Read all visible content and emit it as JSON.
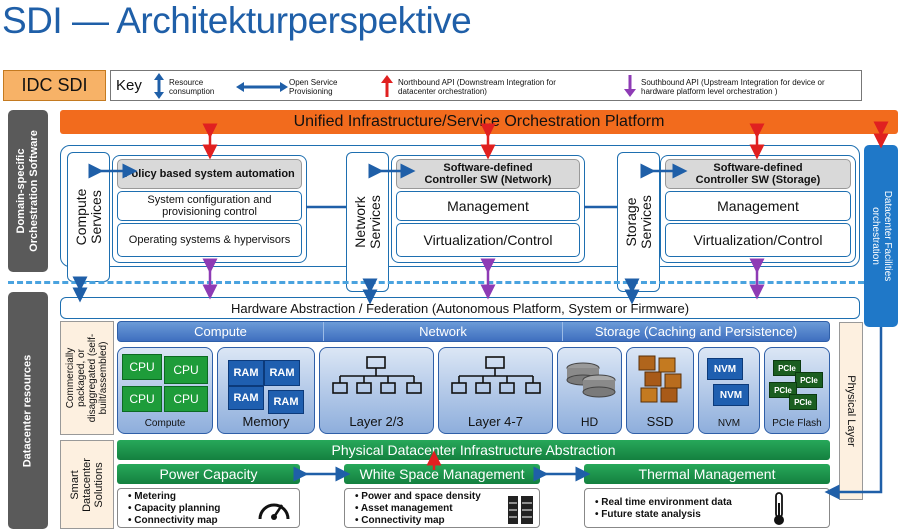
{
  "title": "SDI — Architekturperspektive",
  "idc_label": "IDC SDI",
  "key": {
    "label": "Key",
    "items": [
      {
        "text": "Resource consumption",
        "line1": "Resource",
        "line2": "consumption"
      },
      {
        "text": "Open Service Provisioning",
        "line1": "Open Service",
        "line2": "Provisioning"
      },
      {
        "text": "Northbound API (Downstream Integration for datacenter orchestration)",
        "line1": "Northbound API (Downstream Integration for",
        "line2": "datacenter orchestration)"
      },
      {
        "text": "Southbound API (Upstream Integration for device or hardware platform level orchestration )",
        "line1": "Southbound API (Upstream Integration for device or",
        "line2": "hardware platform level orchestration )"
      }
    ]
  },
  "side_labels": {
    "software": "Domain-specific Orchestration Software",
    "software_l1": "Domain-specific",
    "software_l2": "Orchestration Software",
    "resources": "Datacenter resources"
  },
  "orchestration_platform": "Unified Infrastructure/Service Orchestration Platform",
  "services": {
    "compute": {
      "label_l1": "Compute",
      "label_l2": "Services",
      "header": "Policy based system automation",
      "rows": [
        "System configuration and provisioning control",
        "Operating systems & hypervisors"
      ]
    },
    "network": {
      "label_l1": "Network",
      "label_l2": "Services",
      "header_l1": "Software-defined",
      "header_l2": "Controller SW (Network)",
      "rows": [
        "Management",
        "Virtualization/Control"
      ]
    },
    "storage": {
      "label_l1": "Storage",
      "label_l2": "Services",
      "header_l1": "Software-defined",
      "header_l2": "Controller SW (Storage)",
      "rows": [
        "Management",
        "Virtualization/Control"
      ]
    }
  },
  "facilities": {
    "l1": "Datacenter Facilities",
    "l2": "orchestration"
  },
  "hw_abstraction": "Hardware Abstraction / Federation (Autonomous Platform, System or Firmware)",
  "commercial": {
    "l1": "Commercially",
    "l2": "packaged, or",
    "l3": "disaggregated (self-",
    "l4": "built/assembled)"
  },
  "physical_layer": "Physical Layer",
  "resource_groups": [
    "Compute",
    "Network",
    "Storage (Caching and Persistence)"
  ],
  "tiles": {
    "compute": {
      "caption": "Compute",
      "chip": "CPU"
    },
    "memory": {
      "caption": "Memory",
      "chip": "RAM"
    },
    "layer23": {
      "caption": "Layer 2/3"
    },
    "layer47": {
      "caption": "Layer 4-7"
    },
    "hd": {
      "caption": "HD"
    },
    "ssd": {
      "caption": "SSD"
    },
    "nvm": {
      "caption": "NVM",
      "chip": "NVM"
    },
    "pcie": {
      "caption": "PCIe Flash",
      "chip": "PCIe"
    }
  },
  "physical_abstraction": "Physical Datacenter Infrastructure  Abstraction",
  "smart": {
    "l1": "Smart",
    "l2": "Datacenter",
    "l3": "Solutions"
  },
  "solutions": [
    {
      "header": "Power Capacity",
      "items": [
        "Metering",
        "Capacity planning",
        "Connectivity map"
      ]
    },
    {
      "header": "White Space Management",
      "items": [
        "Power and space density",
        "Asset management",
        "Connectivity map"
      ]
    },
    {
      "header": "Thermal Management",
      "items": [
        "Real time environment data",
        "Future state analysis"
      ]
    }
  ],
  "colors": {
    "title": "#1f5fa8",
    "orchestration": "#f26b1d",
    "northbound": "#e02020",
    "southbound": "#8e3bb5",
    "provisioning": "#1f5fa8",
    "facilities": "#1f78c8",
    "green": "#14803f"
  }
}
